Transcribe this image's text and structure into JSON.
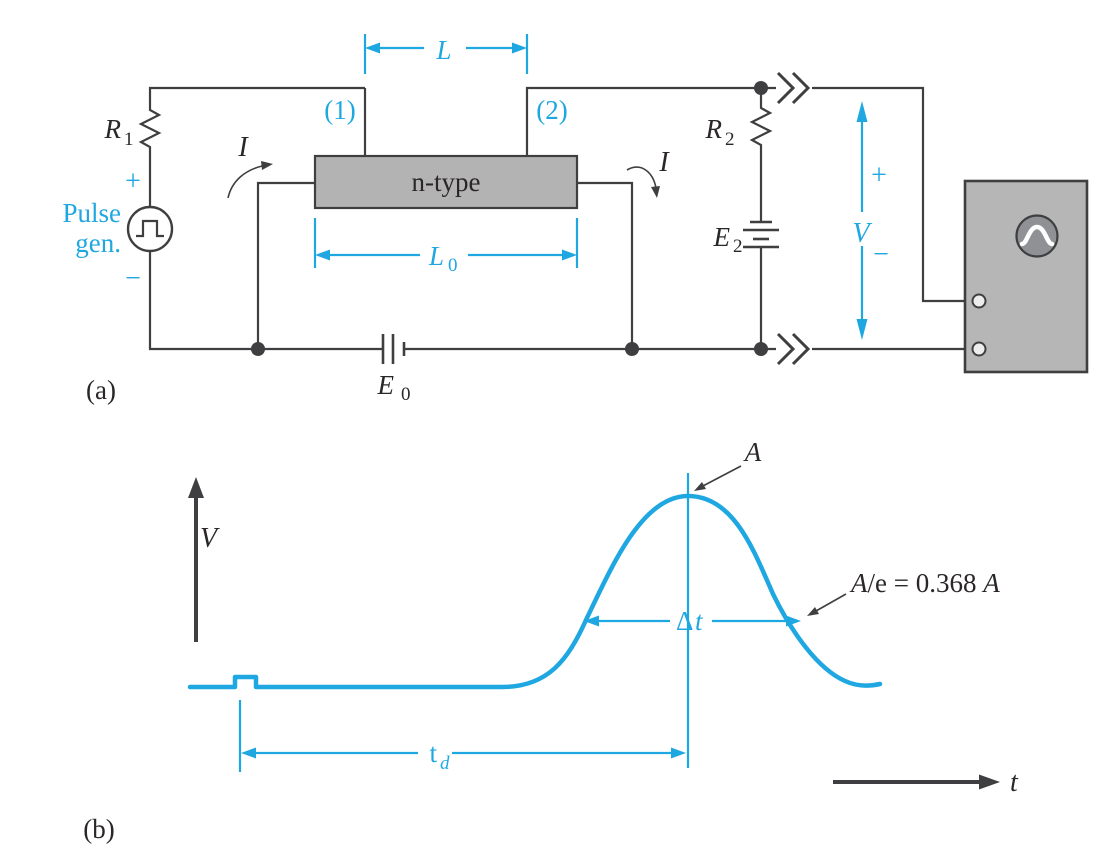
{
  "figure": {
    "panel_a": "(a)",
    "panel_b": "(b)",
    "colors": {
      "accent": "#1fa7e2",
      "wire": "#3f3f41",
      "ink": "#2b2728",
      "bar_fill": "#b3b3b3",
      "scope_fill": "#b6b6b6",
      "scope_icon": "#8f9194"
    }
  },
  "circuit": {
    "r1": {
      "base": "R",
      "sub": "1"
    },
    "pulse_gen": {
      "line1": "Pulse",
      "line2": "gen.",
      "plus": "+",
      "minus": "−"
    },
    "contact_1": "(1)",
    "contact_2": "(2)",
    "dim_L": "L",
    "dim_L0": {
      "base": "L",
      "sub": "0"
    },
    "bar_label": "n-type",
    "current_left": "I",
    "current_right": "I",
    "e0": {
      "base": "E",
      "sub": "0"
    },
    "r2": {
      "base": "R",
      "sub": "2"
    },
    "e2": {
      "base": "E",
      "sub": "2"
    },
    "v_meas": {
      "plus": "+",
      "label": "V",
      "minus": "−"
    }
  },
  "graph": {
    "y_axis_label": "V",
    "x_axis_label": "t",
    "peak_label": "A",
    "decay_point": {
      "a1": "A",
      "mid": "/e = 0.368 ",
      "a2": "A"
    },
    "pulse_width": {
      "delta": "Δ",
      "t": "t"
    },
    "delay_time": {
      "base": "t",
      "sub": "d"
    }
  }
}
